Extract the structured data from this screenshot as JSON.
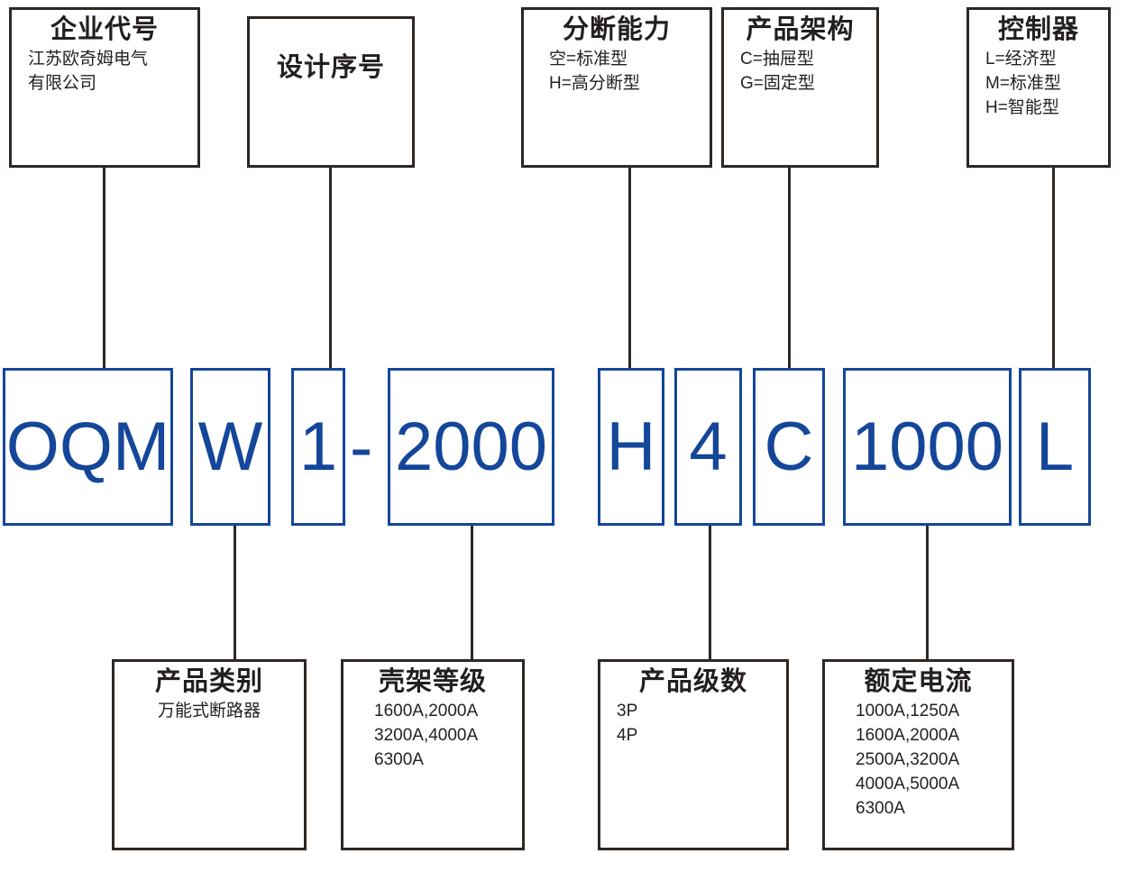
{
  "diagram": {
    "title": "OQMW1 Universal Circuit Breaker Model Designation",
    "colors": {
      "code_blue": "#14469a",
      "outline_dark": "#2e2723",
      "background": "#ffffff"
    },
    "model_string": "OQMW1-2000H4C1000L"
  },
  "code_segments": [
    {
      "id": "enterprise",
      "text": "OQM"
    },
    {
      "id": "category",
      "text": "W"
    },
    {
      "id": "design_seq",
      "text": "1"
    },
    {
      "id": "separator",
      "text": "-"
    },
    {
      "id": "frame_size",
      "text": "2000"
    },
    {
      "id": "breaking",
      "text": "H"
    },
    {
      "id": "poles",
      "text": "4"
    },
    {
      "id": "structure",
      "text": "C"
    },
    {
      "id": "rated_current",
      "text": "1000"
    },
    {
      "id": "controller",
      "text": "L"
    }
  ],
  "top_boxes": [
    {
      "id": "enterprise-code",
      "title": "企业代号",
      "lines": [
        "江苏欧奇姆电气",
        "有限公司"
      ]
    },
    {
      "id": "design-sequence",
      "title": "设计序号",
      "lines": []
    },
    {
      "id": "breaking-capacity",
      "title": "分断能力",
      "lines": [
        "空=标准型",
        "H=高分断型"
      ]
    },
    {
      "id": "product-structure",
      "title": "产品架构",
      "lines": [
        "C=抽屉型",
        "G=固定型"
      ]
    },
    {
      "id": "controller",
      "title": "控制器",
      "lines": [
        "L=经济型",
        "M=标准型",
        "H=智能型"
      ]
    }
  ],
  "bottom_boxes": [
    {
      "id": "product-category",
      "title": "产品类别",
      "lines": [
        "万能式断路器"
      ]
    },
    {
      "id": "frame-size",
      "title": "壳架等级",
      "lines": [
        "1600A,2000A",
        "3200A,4000A",
        "6300A"
      ]
    },
    {
      "id": "pole-number",
      "title": "产品级数",
      "lines": [
        "3P",
        "4P"
      ]
    },
    {
      "id": "rated-current",
      "title": "额定电流",
      "lines": [
        "1000A,1250A",
        "1600A,2000A",
        "2500A,3200A",
        "4000A,5000A",
        "6300A"
      ]
    }
  ]
}
